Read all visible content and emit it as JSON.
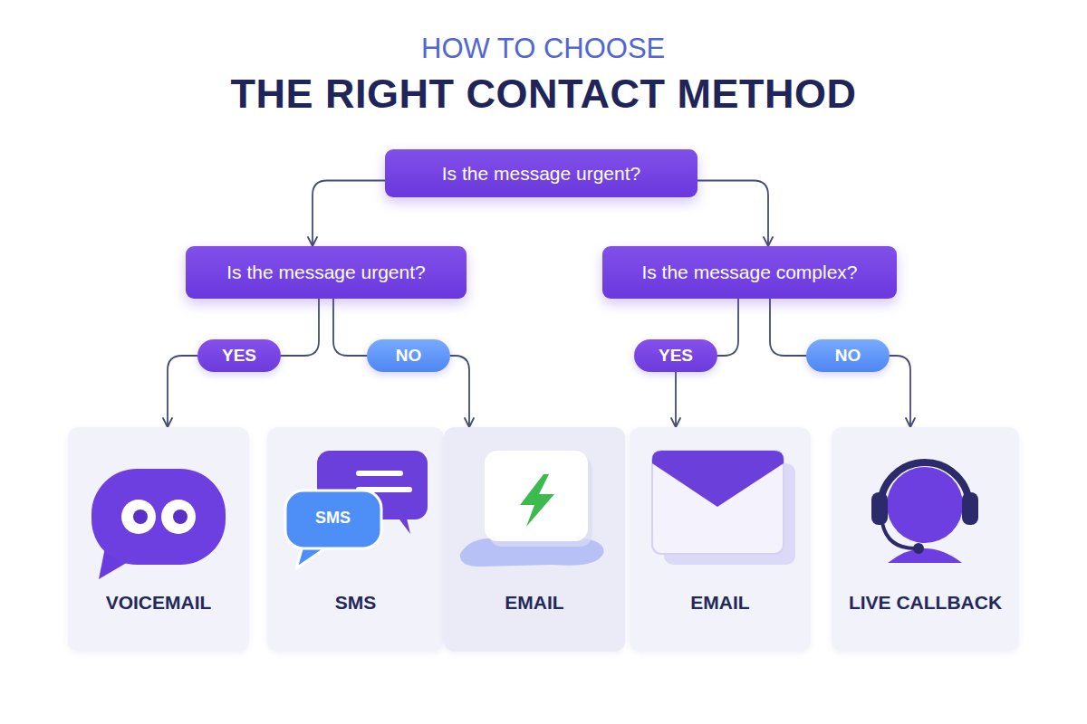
{
  "diagram": {
    "title": "THE RIGHT CONTACT METHOD",
    "nodes": [
      {
        "text": [
          "Is the message urgent?"
        ]
      },
      {
        "text": [
          "Is the message urgent?"
        ]
      },
      {
        "text": [
          "Is the message complex?"
        ]
      },
      {
        "text": [
          "YES"
        ]
      },
      {
        "text": [
          "NO"
        ]
      },
      {
        "text": [
          "YES"
        ]
      },
      {
        "text": [
          "NO"
        ]
      },
      {
        "text": [
          "VOICEMAIL"
        ]
      },
      {
        "text": [
          "SMS"
        ]
      },
      {
        "text": [
          "EMAIL"
        ]
      },
      {
        "text": [
          "EMAIL"
        ]
      },
      {
        "text": [
          "LIVE CALLBACK"
        ]
      }
    ],
    "edges": [
      {
        "from": 0,
        "to": 1,
        "arrow": "to"
      },
      {
        "from": 0,
        "to": 2,
        "arrow": "to"
      },
      {
        "from": 1,
        "to": 3,
        "arrow": "none"
      },
      {
        "from": 1,
        "to": 4,
        "arrow": "none"
      },
      {
        "from": 3,
        "to": 7,
        "arrow": "to"
      },
      {
        "from": 4,
        "to": 9,
        "arrow": "to"
      },
      {
        "from": 2,
        "to": 5,
        "arrow": "none"
      },
      {
        "from": 2,
        "to": 6,
        "arrow": "none"
      },
      {
        "from": 5,
        "to": 10,
        "arrow": "to"
      },
      {
        "from": 6,
        "to": 11,
        "arrow": "to"
      }
    ],
    "labels": [
      "HOW TO CHOOSE",
      "SMS"
    ]
  }
}
